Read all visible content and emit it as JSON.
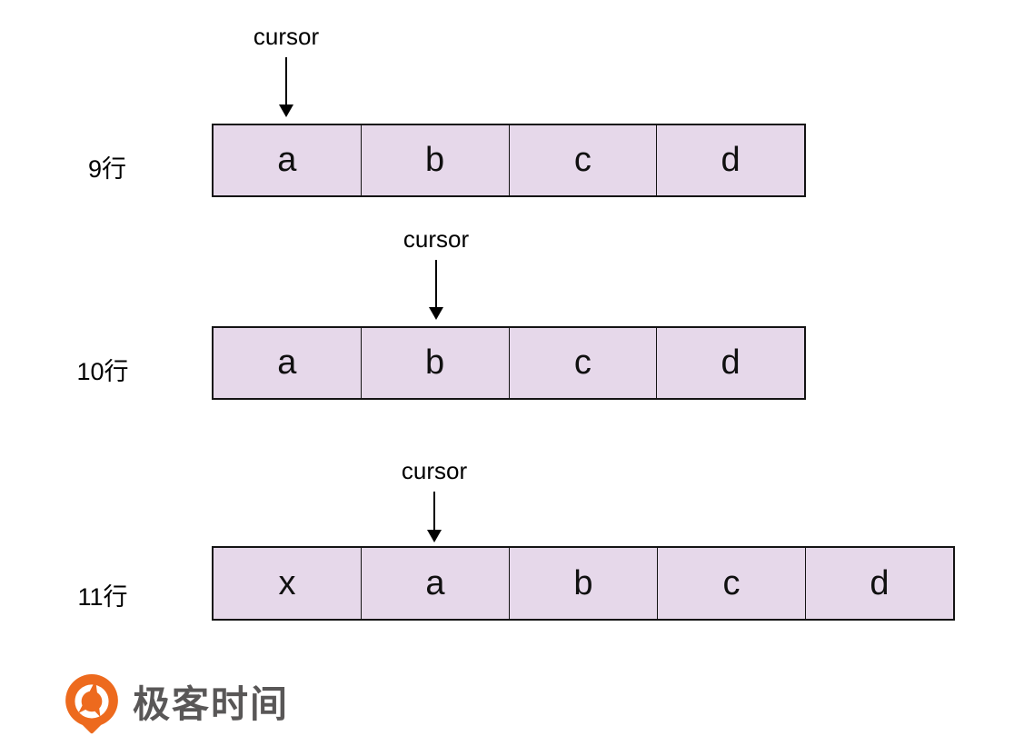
{
  "diagram": {
    "cursor_label": "cursor",
    "rows": [
      {
        "label": "9行",
        "cells": [
          "a",
          "b",
          "c",
          "d"
        ],
        "cursor_over_cell_index": 0
      },
      {
        "label": "10行",
        "cells": [
          "a",
          "b",
          "c",
          "d"
        ],
        "cursor_over_cell_index": 1
      },
      {
        "label": "11行",
        "cells": [
          "x",
          "a",
          "b",
          "c",
          "d"
        ],
        "cursor_over_cell_index": 1
      }
    ],
    "colors": {
      "cell_fill": "#e6d8ea",
      "cell_border": "#141414",
      "arrow": "#000000",
      "text": "#000000"
    }
  },
  "footer": {
    "brand_name": "极客时间",
    "logo_icon": "geektime-pin-icon",
    "brand_color": "#ed6a1e",
    "brand_text_color": "#595757"
  }
}
